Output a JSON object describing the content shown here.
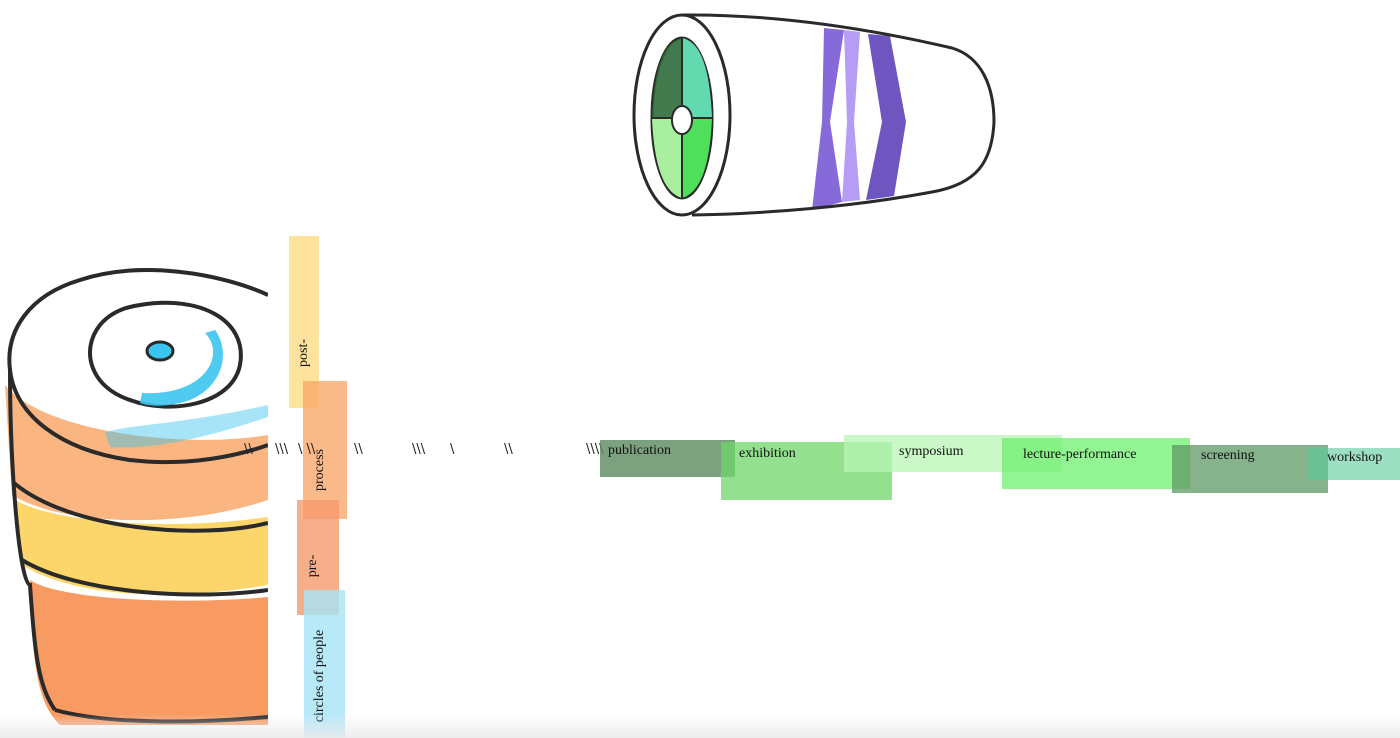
{
  "stages": [
    {
      "key": "post",
      "label": "post-",
      "color": "#fcd97a"
    },
    {
      "key": "process",
      "label": "process",
      "color": "#f9a86a"
    },
    {
      "key": "pre",
      "label": "pre-",
      "color": "#f59a6e"
    },
    {
      "key": "circles",
      "label": "circles of people",
      "color": "#a6e3f7"
    }
  ],
  "slash_marks": [
    "\\\\",
    "\\\\\\",
    "\\ \\\\",
    "\\\\",
    "\\\\\\",
    "\\",
    "\\\\",
    "\\\\\\\\"
  ],
  "formats": [
    {
      "key": "publication",
      "label": "publication",
      "color": "#5a8a5e"
    },
    {
      "key": "exhibition",
      "label": "exhibition",
      "color": "#6fd66a"
    },
    {
      "key": "symposium",
      "label": "symposium",
      "color": "#b8f5b4"
    },
    {
      "key": "lecture",
      "label": "lecture-performance",
      "color": "#6ff06f"
    },
    {
      "key": "screening",
      "label": "screening",
      "color": "#5e9a66"
    },
    {
      "key": "workshop",
      "label": "workshop",
      "color": "#5cc99a"
    }
  ],
  "colors": {
    "outline": "#2a2a2a",
    "cyl_orange": "#f9a86a",
    "cyl_yellow": "#fcd25a",
    "cyl_deep_orange": "#f78a48",
    "cyl_blue": "#3cc4f0",
    "tube_purple_dark": "#7a5ad6",
    "tube_purple_light": "#b59cf5",
    "tube_green_dark": "#2e6b3a",
    "tube_green_teal": "#63d9b0",
    "tube_green_bright": "#4ee05a",
    "tube_green_pale": "#a8f0a0"
  }
}
